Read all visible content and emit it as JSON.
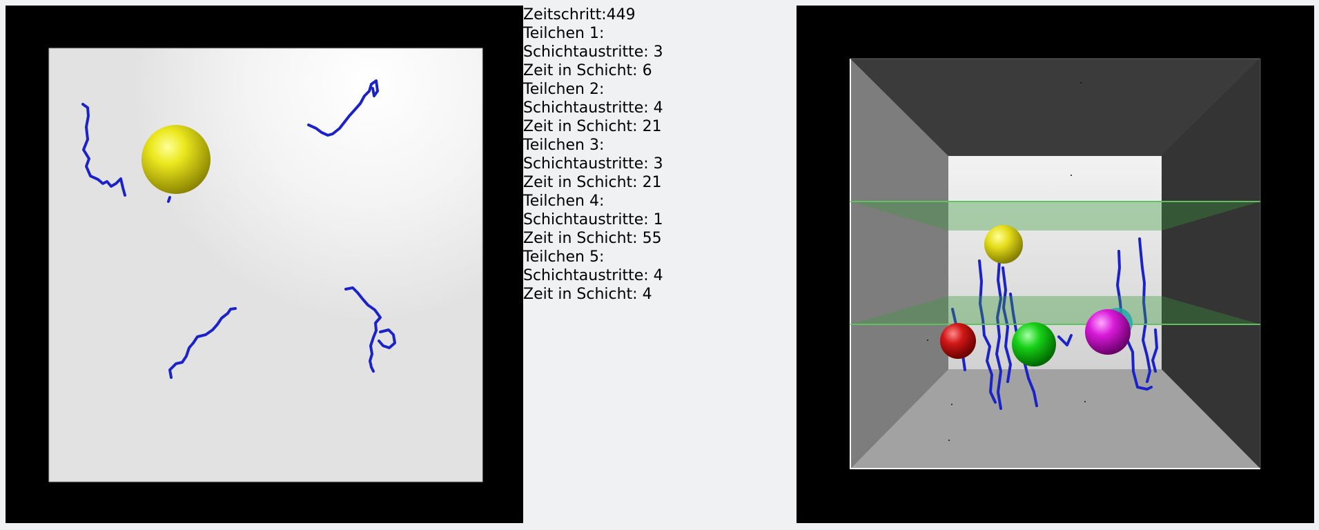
{
  "info": {
    "step_label": "Zeitschritt:",
    "step_value": "449",
    "exits_label": "Schichtaustritte: ",
    "time_label": "Zeit in Schicht: ",
    "particles": [
      {
        "title": "Teilchen 1:",
        "exits": "3",
        "time": "6"
      },
      {
        "title": "Teilchen 2:",
        "exits": "4",
        "time": "21"
      },
      {
        "title": "Teilchen 3:",
        "exits": "3",
        "time": "21"
      },
      {
        "title": "Teilchen 4:",
        "exits": "1",
        "time": "55"
      },
      {
        "title": "Teilchen 5:",
        "exits": "4",
        "time": "4"
      }
    ]
  },
  "colors": {
    "trail": "#1a22c8",
    "particle_yellow": "#e8e020",
    "particle_red": "#d01818",
    "particle_green": "#18d018",
    "particle_magenta": "#d81ad8",
    "layer": "#3c9a3c"
  }
}
